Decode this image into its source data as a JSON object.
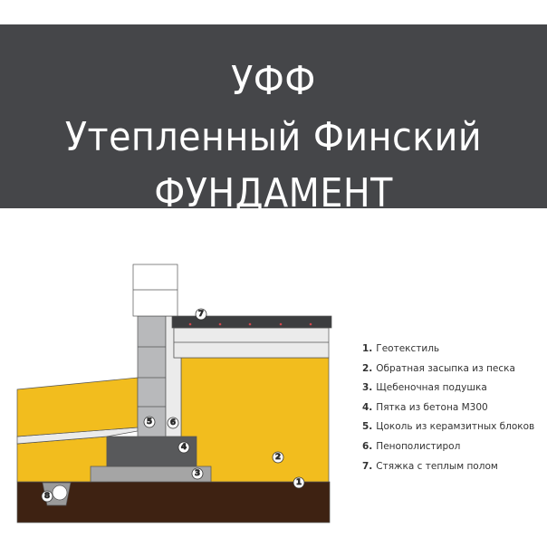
{
  "title": {
    "line1": "УФФ",
    "line2": "Утепленный Финский",
    "line3": "ФУНДАМЕНТ"
  },
  "diagram": {
    "markers": [
      "1",
      "2",
      "3",
      "4",
      "5",
      "6",
      "7",
      "8"
    ],
    "colors": {
      "banner": "#454649",
      "sand": "#f2bd1e",
      "soil": "#3e2212",
      "concrete": "#58595b",
      "blocks": "#b8b9bb",
      "insulation": "#ebebeb",
      "screed": "#3c3d3f"
    }
  },
  "legend": [
    {
      "num": "1.",
      "text": "Геотекстиль"
    },
    {
      "num": "2.",
      "text": "Обратная засыпка из песка"
    },
    {
      "num": "3.",
      "text": "Щебеночная подушка"
    },
    {
      "num": "4.",
      "text": "Пятка из бетона М300"
    },
    {
      "num": "5.",
      "text": "Цоколь из керамзитных блоков"
    },
    {
      "num": "6.",
      "text": "Пенополистирол"
    },
    {
      "num": "7.",
      "text": "Стяжка с теплым полом"
    }
  ]
}
